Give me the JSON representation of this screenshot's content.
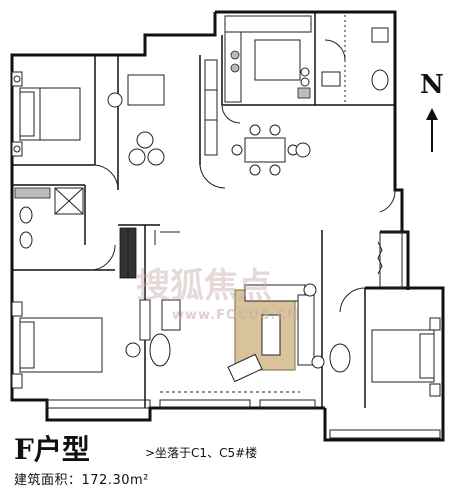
{
  "plan": {
    "unit_title": "F户型",
    "location_text": ">坐落于C1、C5#楼",
    "area_text": "建筑面积：172.30m²",
    "north_label": "N"
  },
  "watermark": {
    "text": "搜狐焦点",
    "url": "www.FOCUS.CN"
  },
  "colors": {
    "walls": "#111111",
    "rug": "#d9c39a",
    "watermark": "#c8aaaa"
  }
}
